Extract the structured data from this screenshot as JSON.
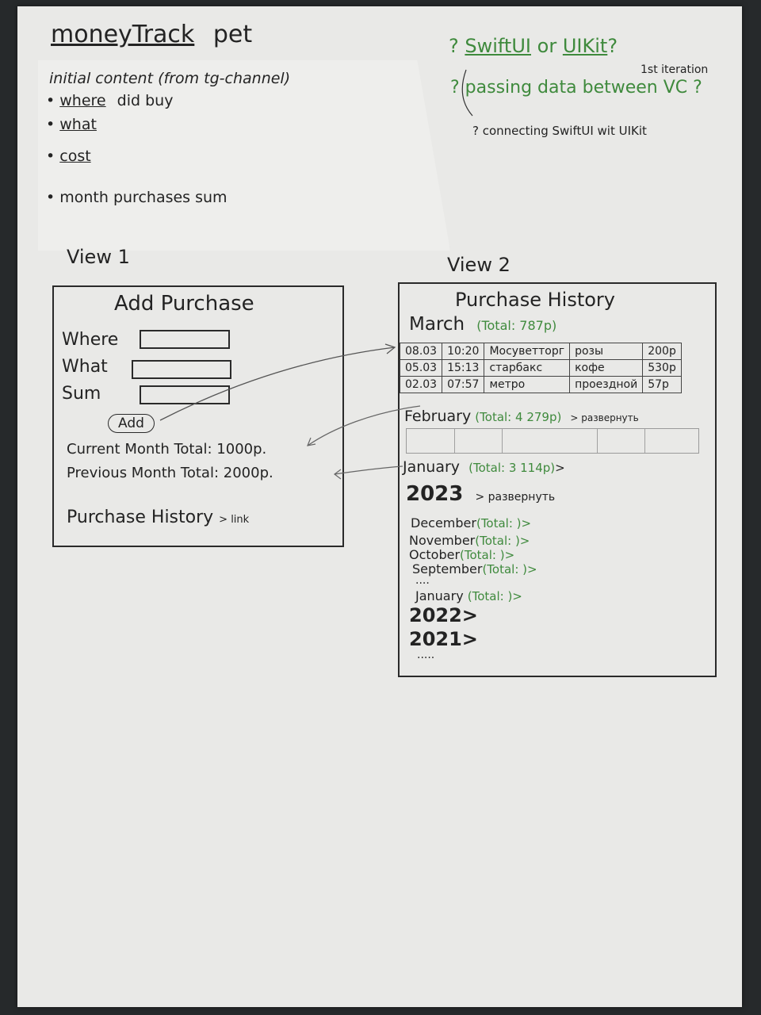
{
  "title": "moneyTrack",
  "title_suffix": "pet",
  "questions": {
    "q1_a": "SwiftUI",
    "q1_or": "or",
    "q1_b": "UIKit",
    "q1_note": "1st iteration",
    "q2": "passing data between VC",
    "q3": "connecting SwiftUI wit UIKit"
  },
  "initial_content": {
    "heading": "initial content (from tg-channel)",
    "items": [
      {
        "label": "where",
        "rest": "did buy"
      },
      {
        "label": "what",
        "rest": ""
      },
      {
        "label": "cost",
        "rest": ""
      },
      {
        "label": "month purchases sum",
        "rest": ""
      }
    ]
  },
  "view1": {
    "label": "View 1",
    "title": "Add Purchase",
    "fields": [
      "Where",
      "What",
      "Sum"
    ],
    "add_button": "Add",
    "current_total": "Current Month Total: 1000p.",
    "previous_total": "Previous Month Total: 2000p.",
    "history_link": "Purchase History",
    "history_link_note": "> link"
  },
  "view2": {
    "label": "View 2",
    "title": "Purchase History",
    "march": {
      "name": "March",
      "total": "(Total: 787p)"
    },
    "table": [
      [
        "08.03",
        "10:20",
        "Мосуветторг",
        "розы",
        "200р"
      ],
      [
        "05.03",
        "15:13",
        "старбакс",
        "кофе",
        "530р"
      ],
      [
        "02.03",
        "07:57",
        "метро",
        "проездной",
        "57р"
      ]
    ],
    "february": {
      "name": "February",
      "total": "(Total: 4 279p)",
      "note": "> развернуть"
    },
    "january": {
      "name": "January",
      "total": "(Total: 3 114p)",
      "arrow": ">"
    },
    "year_2023": {
      "label": "2023",
      "note": "> развернуть"
    },
    "months_2023": [
      {
        "name": "December",
        "total": "(Total: )>"
      },
      {
        "name": "November",
        "total": "(Total: )>"
      },
      {
        "name": "October",
        "total": "(Total: )>"
      },
      {
        "name": "September",
        "total": "(Total: )>"
      }
    ],
    "ellipsis": "....",
    "january_2023": {
      "name": "January",
      "total": "(Total: )>"
    },
    "year_2022": "2022>",
    "year_2021": "2021>",
    "ellipsis2": "....."
  }
}
